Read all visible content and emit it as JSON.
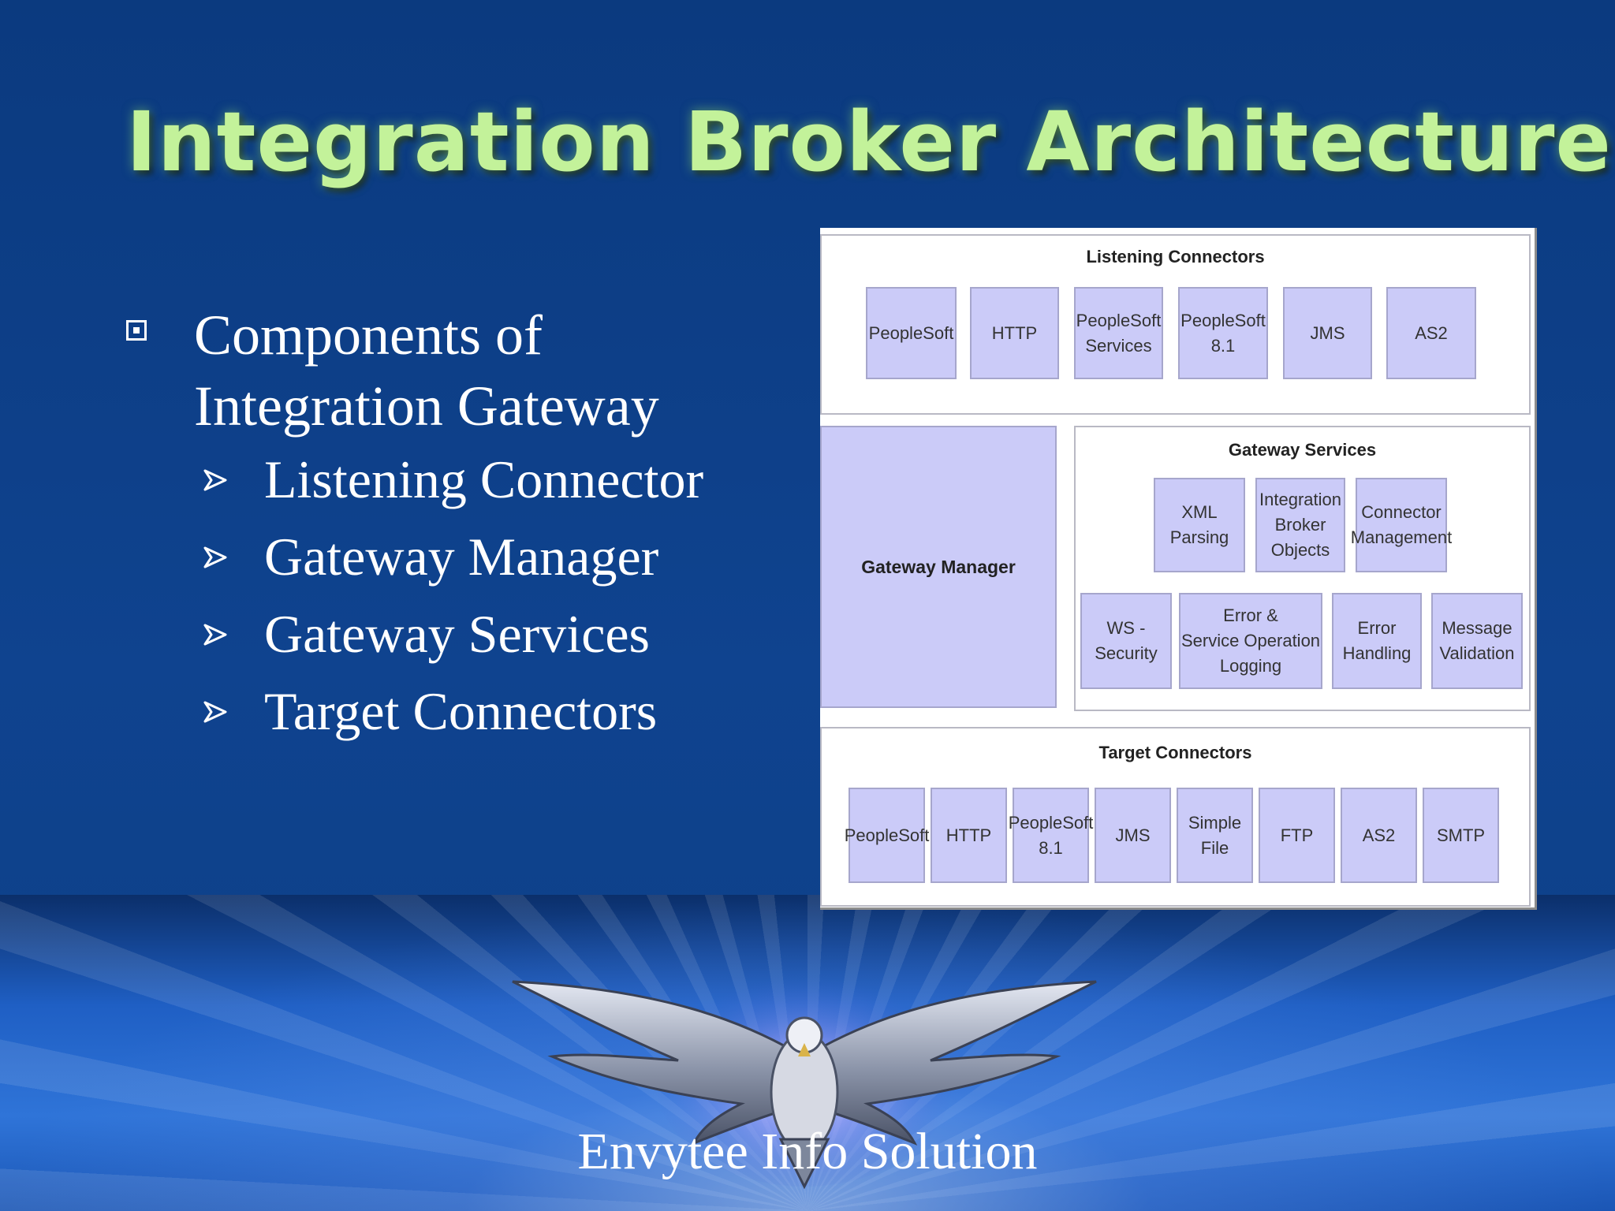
{
  "slide": {
    "title": "Integration Broker Architecture",
    "footer": "Envytee Info Solution"
  },
  "bullets": {
    "main": "Components of Integration Gateway",
    "items": [
      "Listening Connector",
      "Gateway Manager",
      "Gateway Services",
      "Target Connectors"
    ]
  },
  "diagram": {
    "listening": {
      "label": "Listening Connectors",
      "boxes": [
        "PeopleSoft",
        "HTTP",
        "PeopleSoft\nServices",
        "PeopleSoft\n8.1",
        "JMS",
        "AS2"
      ]
    },
    "gateway_manager": {
      "label": "Gateway Manager"
    },
    "gateway_services": {
      "label": "Gateway Services",
      "row1": [
        "XML\nParsing",
        "Integration\nBroker\nObjects",
        "Connector\nManagement"
      ],
      "row2": [
        "WS -\nSecurity",
        "Error &\nService Operation\nLogging",
        "Error\nHandling",
        "Message\nValidation"
      ]
    },
    "target": {
      "label": "Target Connectors",
      "boxes": [
        "PeopleSoft",
        "HTTP",
        "PeopleSoft\n8.1",
        "JMS",
        "Simple\nFile",
        "FTP",
        "AS2",
        "SMTP"
      ]
    }
  },
  "colors": {
    "title_green": "#c3f29a",
    "slide_blue": "#0f438f",
    "box_lavender": "#cbcbf8"
  }
}
